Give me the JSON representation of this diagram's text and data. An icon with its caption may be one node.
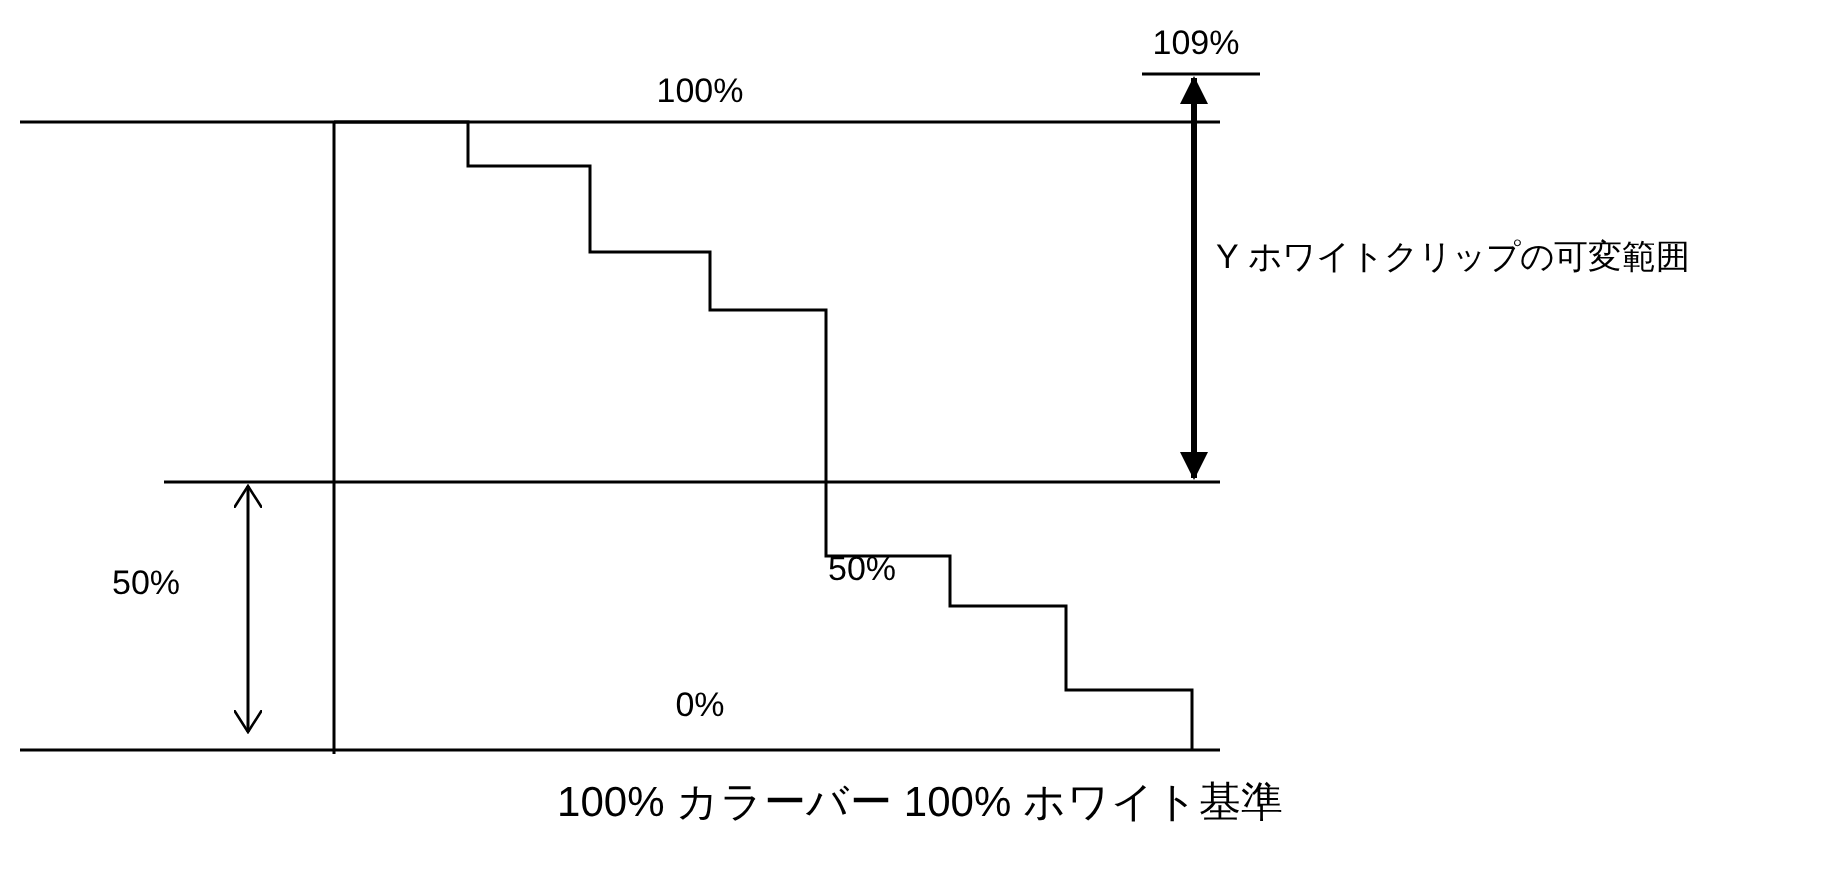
{
  "diagram": {
    "caption": "100% カラーバー 100% ホワイト基準",
    "labels": [
      "109%",
      "100%",
      "Y ホワイトクリップの可変範囲",
      "50%",
      "50%",
      "0%"
    ]
  }
}
